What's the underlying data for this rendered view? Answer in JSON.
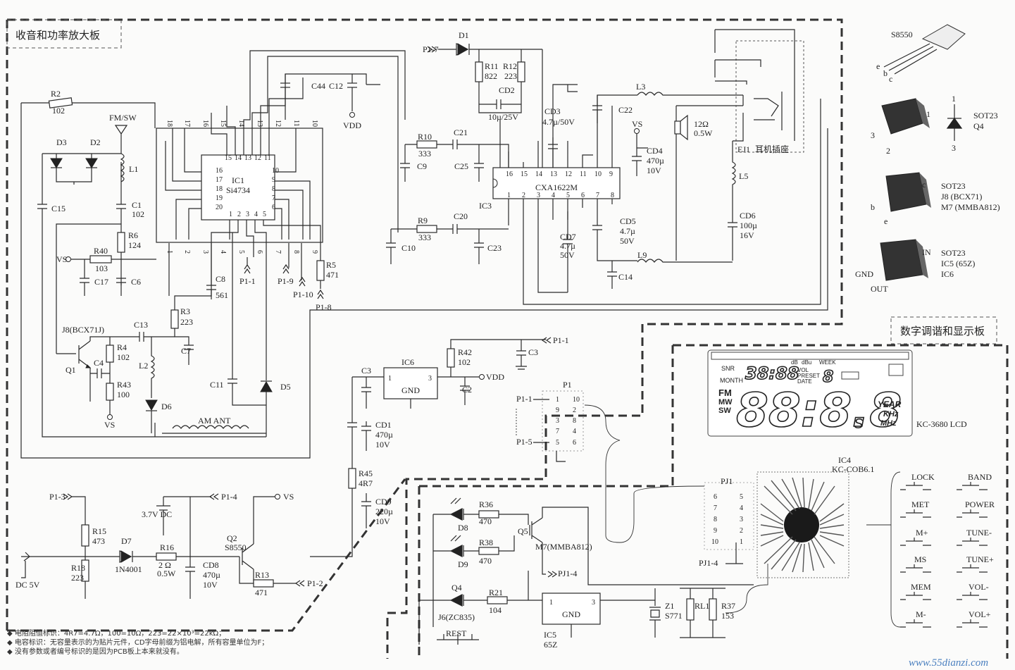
{
  "panels": {
    "radio_amp_board": "收音和功率放大板",
    "tuning_display_board": "数字调谐和显示板"
  },
  "ics": {
    "ic1": {
      "ref": "IC1",
      "part": "Si4734",
      "pins_top": [
        "15",
        "14",
        "13",
        "12",
        "11"
      ],
      "pins_left": [
        "16",
        "17",
        "18",
        "19",
        "20"
      ],
      "pins_right": [
        "10",
        "9",
        "8",
        "7",
        "6"
      ],
      "pins_bottom": [
        "1",
        "2",
        "3",
        "4",
        "5"
      ]
    },
    "ic3": {
      "ref": "IC3",
      "part": "CXA1622M",
      "pins_top": [
        "16",
        "15",
        "14",
        "13",
        "12",
        "11",
        "10",
        "9"
      ],
      "pins_bottom": [
        "1",
        "2",
        "3",
        "4",
        "5",
        "6",
        "7",
        "8"
      ]
    },
    "ic6": {
      "ref": "IC6",
      "pin1": "1",
      "pin3": "3",
      "gnd": "GND"
    },
    "ic5": {
      "ref": "IC5",
      "part": "65Z",
      "pin1": "1",
      "pin3": "3",
      "gnd": "GND"
    },
    "ic4": {
      "ref": "IC4",
      "part": "KC-COB6.1"
    }
  },
  "header_pins_top": [
    "18",
    "17",
    "16",
    "15",
    "14",
    "13",
    "12",
    "11",
    "10"
  ],
  "header_pins_bottom": [
    "1",
    "2",
    "3",
    "4",
    "5",
    "6",
    "7",
    "8",
    "9"
  ],
  "components": {
    "r2": {
      "ref": "R2",
      "value": "102"
    },
    "r6": {
      "ref": "R6",
      "value": "124"
    },
    "r40": {
      "ref": "R40",
      "value": "103"
    },
    "r3": {
      "ref": "R3",
      "value": "223"
    },
    "r4": {
      "ref": "R4",
      "value": "102"
    },
    "r43": {
      "ref": "R43",
      "value": "100"
    },
    "r5": {
      "ref": "R5",
      "value": "471"
    },
    "r11": {
      "ref": "R11",
      "value": "822"
    },
    "r12": {
      "ref": "R12",
      "value": "223"
    },
    "r10": {
      "ref": "R10",
      "value": "333"
    },
    "r9": {
      "ref": "R9",
      "value": "333"
    },
    "r42": {
      "ref": "R42",
      "value": "102"
    },
    "r45": {
      "ref": "R45",
      "value": "4R7"
    },
    "r15": {
      "ref": "R15",
      "value": "473"
    },
    "r18": {
      "ref": "R18",
      "value": "223"
    },
    "r16": {
      "ref": "R16",
      "value": "2 Ω",
      "value2": "0.5W"
    },
    "r13": {
      "ref": "R13",
      "value": "471"
    },
    "r36": {
      "ref": "R36",
      "value": "470"
    },
    "r38": {
      "ref": "R38",
      "value": "470"
    },
    "r21": {
      "ref": "R21",
      "value": "104"
    },
    "rl1": {
      "ref": "RL1"
    },
    "r37": {
      "ref": "R37",
      "value": "153"
    },
    "c1": {
      "ref": "C1",
      "value": "102"
    },
    "c15": {
      "ref": "C15"
    },
    "c17": {
      "ref": "C17"
    },
    "c6": {
      "ref": "C6"
    },
    "c8": {
      "ref": "C8",
      "value": "561"
    },
    "c7": {
      "ref": "C7"
    },
    "c13": {
      "ref": "C13"
    },
    "c4": {
      "ref": "C4"
    },
    "c11": {
      "ref": "C11"
    },
    "c44": {
      "ref": "C44"
    },
    "c12": {
      "ref": "C12"
    },
    "c9": {
      "ref": "C9"
    },
    "c21": {
      "ref": "C21"
    },
    "c25": {
      "ref": "C25"
    },
    "c10": {
      "ref": "C10"
    },
    "c20": {
      "ref": "C20"
    },
    "c23": {
      "ref": "C23"
    },
    "c22": {
      "ref": "C22"
    },
    "c14": {
      "ref": "C14"
    },
    "c3": {
      "ref": "C3"
    },
    "c2": {
      "ref": "C2"
    },
    "cd2": {
      "ref": "CD2",
      "value": "10µ/25V"
    },
    "cd3": {
      "ref": "CD3",
      "value": "4.7µ/50V"
    },
    "cd4": {
      "ref": "CD4",
      "value": "470µ",
      "value2": "10V"
    },
    "cd5": {
      "ref": "CD5",
      "value": "4.7µ",
      "value2": "50V"
    },
    "cd6": {
      "ref": "CD6",
      "value": "100µ",
      "value2": "16V"
    },
    "cd7": {
      "ref": "CD7",
      "value": "4.7µ",
      "value2": "50V"
    },
    "cd1": {
      "ref": "CD1",
      "value": "470µ",
      "value2": "10V"
    },
    "cd9": {
      "ref": "CD9",
      "value": "220µ",
      "value2": "10V"
    },
    "cd8": {
      "ref": "CD8",
      "value": "470µ",
      "value2": "10V"
    },
    "l1": {
      "ref": "L1"
    },
    "l2": {
      "ref": "L2"
    },
    "l3": {
      "ref": "L3"
    },
    "l5": {
      "ref": "L5"
    },
    "l9": {
      "ref": "L9"
    },
    "d1": {
      "ref": "D1"
    },
    "d2": {
      "ref": "D2"
    },
    "d3": {
      "ref": "D3"
    },
    "d5": {
      "ref": "D5"
    },
    "d6": {
      "ref": "D6"
    },
    "d7": {
      "ref": "D7",
      "value": "1N4001"
    },
    "d8": {
      "ref": "D8"
    },
    "d9": {
      "ref": "D9"
    },
    "q1": {
      "ref": "Q1",
      "type": "J8(BCX71J)"
    },
    "q2": {
      "ref": "Q2",
      "type": "S8550"
    },
    "q4": {
      "ref": "Q4",
      "type": "J6(ZC835)"
    },
    "q5": {
      "ref": "Q5",
      "type": "M7(MMBA812)"
    },
    "z1": {
      "ref": "Z1",
      "value": "S771"
    },
    "speaker": {
      "value": "12Ω",
      "value2": "0.5W"
    },
    "ej1": {
      "ref": "EJ1",
      "label": "耳机插座"
    }
  },
  "nets": {
    "fm_sw": "FM/SW",
    "vdd": "VDD",
    "vs": "VS",
    "am_ant": "AM ANT",
    "battery": "3.7V DC",
    "dc_in": "DC 5V",
    "rest": "REST",
    "p1_7": "P1-7",
    "p1_1": "P1-1",
    "p1_9": "P1-9",
    "p1_10": "P1-10",
    "p1_8": "P1-8",
    "p1_3": "P1-3",
    "p1_4": "P1-4",
    "p1_2": "P1-2",
    "p1_5": "P1-5",
    "pj1_4": "PJ1-4",
    "pj1": "PJ1",
    "p1": "P1"
  },
  "connector_p1": {
    "left": [
      "1",
      "3",
      "5",
      "7",
      "9"
    ],
    "right": [
      "10",
      "8",
      "6",
      "4",
      "2"
    ],
    "left_is_odd_mixed": [
      "1",
      "9",
      "3",
      "7",
      "5"
    ],
    "right_mixed": [
      "10",
      "2",
      "8",
      "4",
      "6"
    ]
  },
  "connector_pj1": {
    "left": [
      "6",
      "7",
      "8",
      "9",
      "10"
    ],
    "right": [
      "5",
      "4",
      "3",
      "2",
      "1"
    ]
  },
  "lcd": {
    "model": "KC-3680 LCD",
    "small_digits": "38:88",
    "big_digits": "88:8.8",
    "snr": "SNR",
    "month": "MONTH",
    "db": "dB",
    "dbu": "dBu",
    "vol": "VOL",
    "preset": "PRESET",
    "date": "DATE",
    "week": "WEEK",
    "fm": "FM",
    "mw": "MW",
    "sw": "SW",
    "year": "YEAR",
    "khz": "KHz",
    "mhz": "MHz",
    "s": "S"
  },
  "buttons_left": [
    "LOCK",
    "MET",
    "M+",
    "MS",
    "MEM",
    "M-"
  ],
  "buttons_right": [
    "BAND",
    "POWER",
    "TUNE-",
    "TUNE+",
    "VOL-",
    "VOL+"
  ],
  "pinouts": {
    "s8550": {
      "name": "S8550",
      "pins": [
        "e",
        "b",
        "c"
      ]
    },
    "sot_q4": {
      "pkg": "SOT23",
      "dev": "Q4",
      "pin1": "1",
      "pin2": "2",
      "pin3": "3",
      "pin3b": "3"
    },
    "sot_j8": {
      "pkg": "SOT23",
      "dev1": "J8 (BCX71)",
      "dev2": "M7 (MMBA812)",
      "b": "b",
      "c": "c",
      "e": "e"
    },
    "sot_ic5": {
      "pkg": "SOT23",
      "dev1": "IC5 (65Z)",
      "dev2": "IC6",
      "in": "IN",
      "gnd": "GND",
      "out": "OUT"
    }
  },
  "notes": [
    "◆ 电阻阻值标识：4R7=4.7Ω，100=10Ω，223=22×10³=22kΩ；",
    "◆ 电容标识：无容量表示的为贴片元件，CD字母前缀为铝电解，所有容量单位为F；",
    "◆ 没有参数或者编号标识的是因为PCB板上本来就没有。"
  ],
  "watermark": "www.55dianzi.com"
}
